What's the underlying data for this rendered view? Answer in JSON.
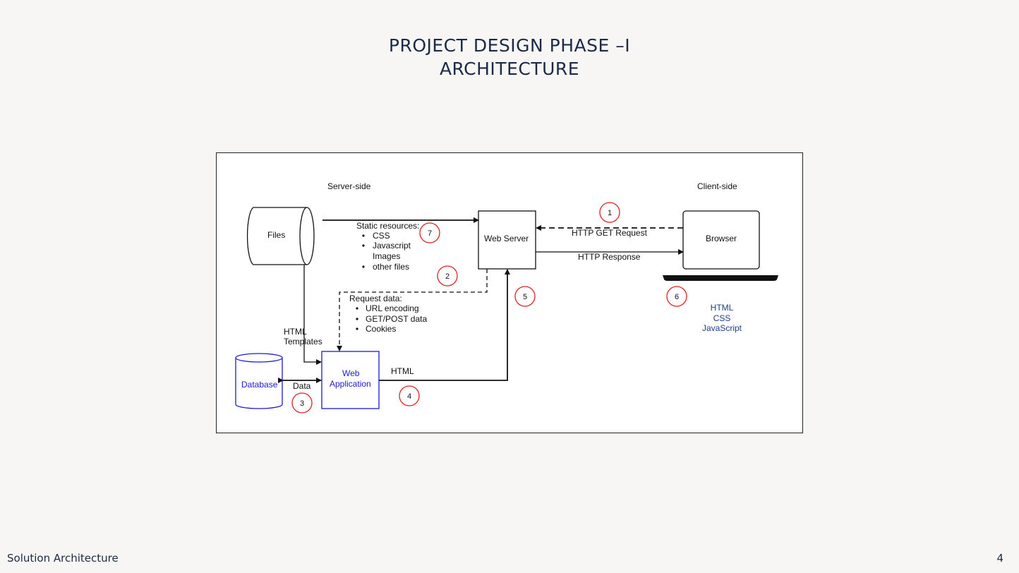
{
  "slide": {
    "title_line1": "PROJECT DESIGN PHASE –I",
    "title_line2": "ARCHITECTURE",
    "footer_label": "Solution Architecture",
    "page_number": "4"
  },
  "diagram": {
    "server_side_label": "Server-side",
    "client_side_label": "Client-side",
    "files_label": "Files",
    "web_server_label": "Web Server",
    "browser_label": "Browser",
    "database_label": "Database",
    "web_app_line1": "Web",
    "web_app_line2": "Application",
    "static_resources_label": "Static resources:",
    "static_items": [
      "CSS",
      "Javascript",
      "Images",
      "other files"
    ],
    "request_data_label": "Request data:",
    "request_items": [
      "URL encoding",
      "GET/POST data",
      "Cookies"
    ],
    "html_templates_line1": "HTML",
    "html_templates_line2": "Templates",
    "data_label": "Data",
    "html_label": "HTML",
    "http_get_label": "HTTP GET Request",
    "http_response_label": "HTTP Response",
    "client_tech": [
      "HTML",
      "CSS",
      "JavaScript"
    ],
    "steps": [
      "1",
      "2",
      "3",
      "4",
      "5",
      "6",
      "7"
    ]
  },
  "colors": {
    "title": "#1c2b45",
    "step_circle": "#e02020",
    "web_app_blue": "#1a1ad6",
    "client_tech_blue": "#1a3f8a"
  }
}
